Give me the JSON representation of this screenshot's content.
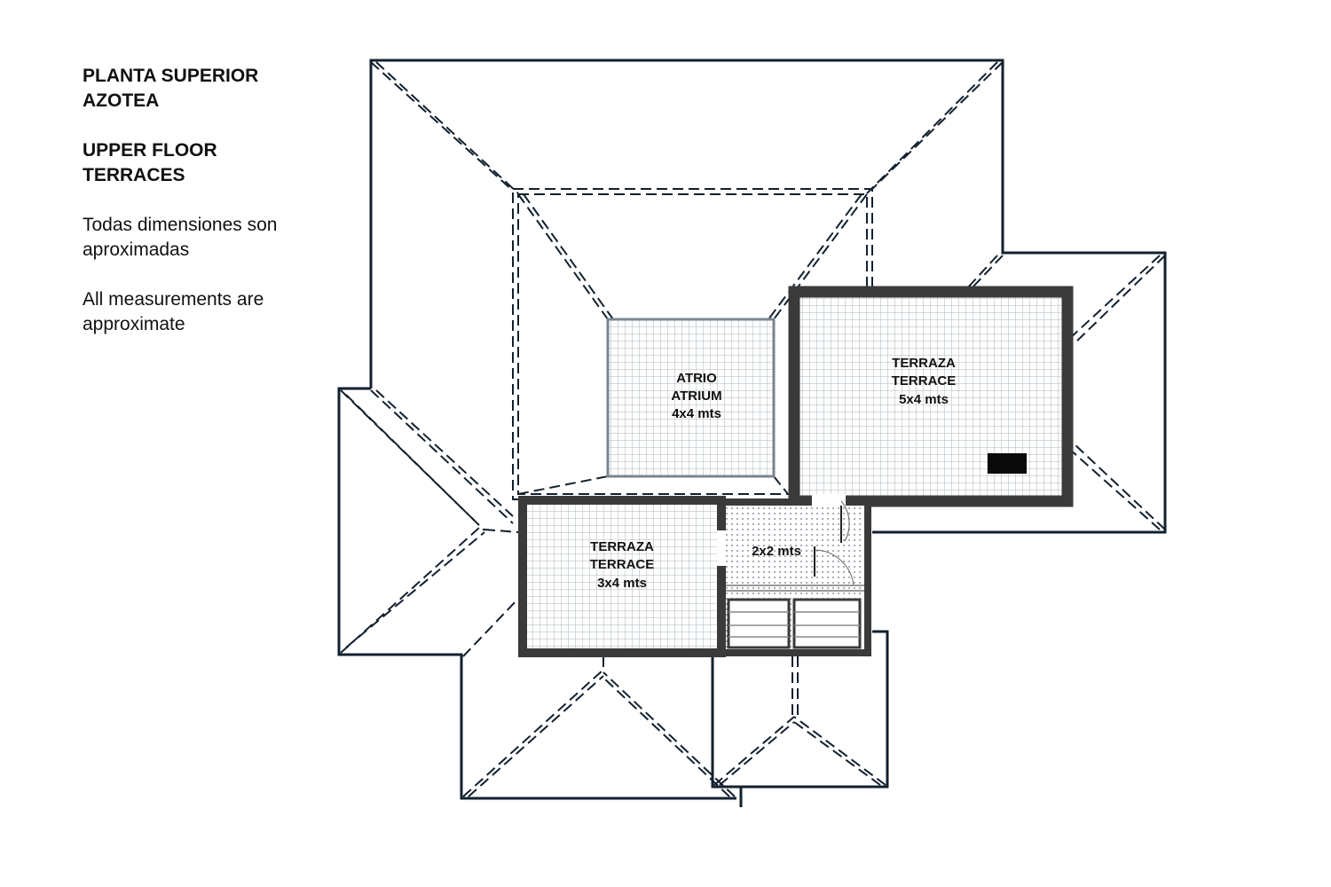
{
  "legend": {
    "title_es_line1": "PLANTA SUPERIOR",
    "title_es_line2": "AZOTEA",
    "title_en_line1": "UPPER FLOOR",
    "title_en_line2": "TERRACES",
    "note_es_line1": "Todas dimensiones son",
    "note_es_line2": "aproximadas",
    "note_en_line1": "All measurements are",
    "note_en_line2": "approximate"
  },
  "rooms": {
    "atrium": {
      "name_es": "ATRIO",
      "name_en": "ATRIUM",
      "size": "4x4 mts"
    },
    "terrace_large": {
      "name_es": "TERRAZA",
      "name_en": "TERRACE",
      "size": "5x4 mts"
    },
    "terrace_small": {
      "name_es": "TERRAZA",
      "name_en": "TERRACE",
      "size": "3x4 mts"
    },
    "landing": {
      "size": "2x2 mts"
    }
  },
  "colors": {
    "line": "#12202e",
    "wall": "#3a3a3a",
    "tile": "#aab4bc",
    "dot": "#6a7380"
  }
}
